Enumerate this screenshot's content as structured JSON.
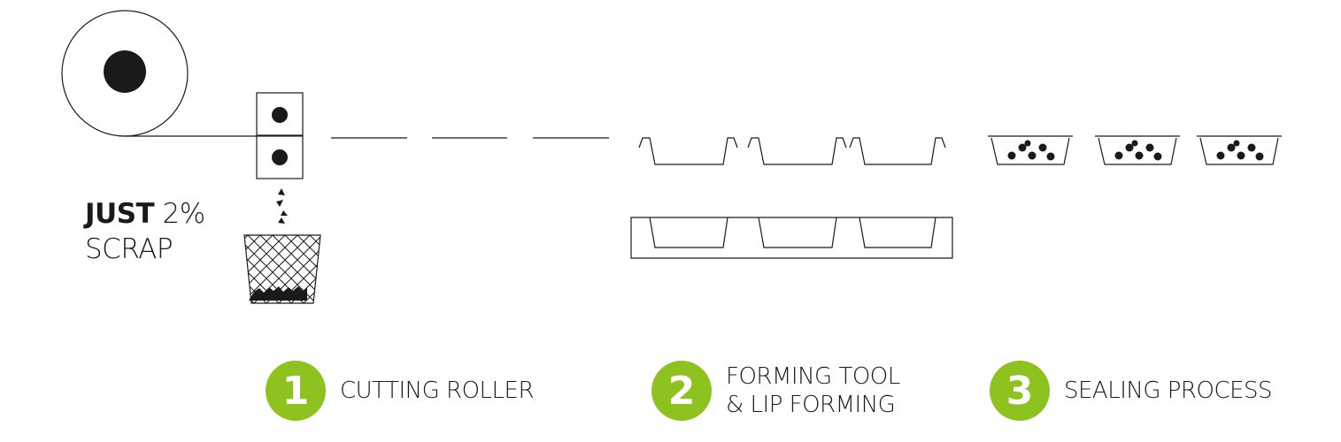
{
  "colors": {
    "accent": "#8dc21f",
    "ink": "#1a1a1a"
  },
  "scrap": {
    "strong": "JUST",
    "amount": "2%",
    "word": "SCRAP"
  },
  "steps": [
    {
      "number": "1",
      "lines": [
        "CUTTING ROLLER"
      ]
    },
    {
      "number": "2",
      "lines": [
        "FORMING TOOL",
        "& LIP FORMING"
      ]
    },
    {
      "number": "3",
      "lines": [
        "SEALING PROCESS"
      ]
    }
  ],
  "icons": [
    "film-roll-icon",
    "cutting-roller-icon",
    "scrap-basket-icon",
    "forming-tray-icon",
    "sealed-tray-icon"
  ]
}
